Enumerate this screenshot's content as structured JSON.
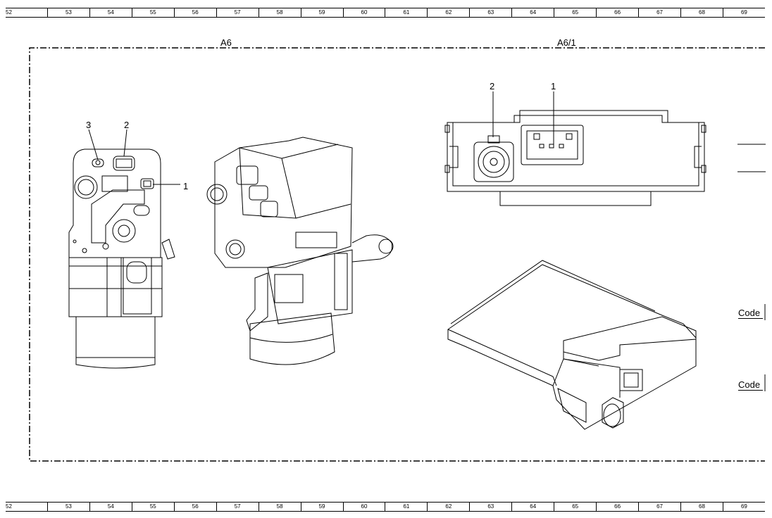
{
  "ruler_top": [
    "52",
    "53",
    "54",
    "55",
    "56",
    "57",
    "58",
    "59",
    "60",
    "61",
    "62",
    "63",
    "64",
    "65",
    "66",
    "67",
    "68",
    "69"
  ],
  "ruler_bottom": [
    "52",
    "53",
    "54",
    "55",
    "56",
    "57",
    "58",
    "59",
    "60",
    "61",
    "62",
    "63",
    "64",
    "65",
    "66",
    "67",
    "68",
    "69"
  ],
  "components": {
    "a6": {
      "title": "A6",
      "callouts": [
        "3",
        "2",
        "1"
      ]
    },
    "a6_1": {
      "title": "A6/1",
      "callouts": [
        "2",
        "1"
      ]
    }
  },
  "side_labels": [
    "Code",
    "Code"
  ],
  "colors": {
    "line": "#000000",
    "background": "#ffffff"
  }
}
